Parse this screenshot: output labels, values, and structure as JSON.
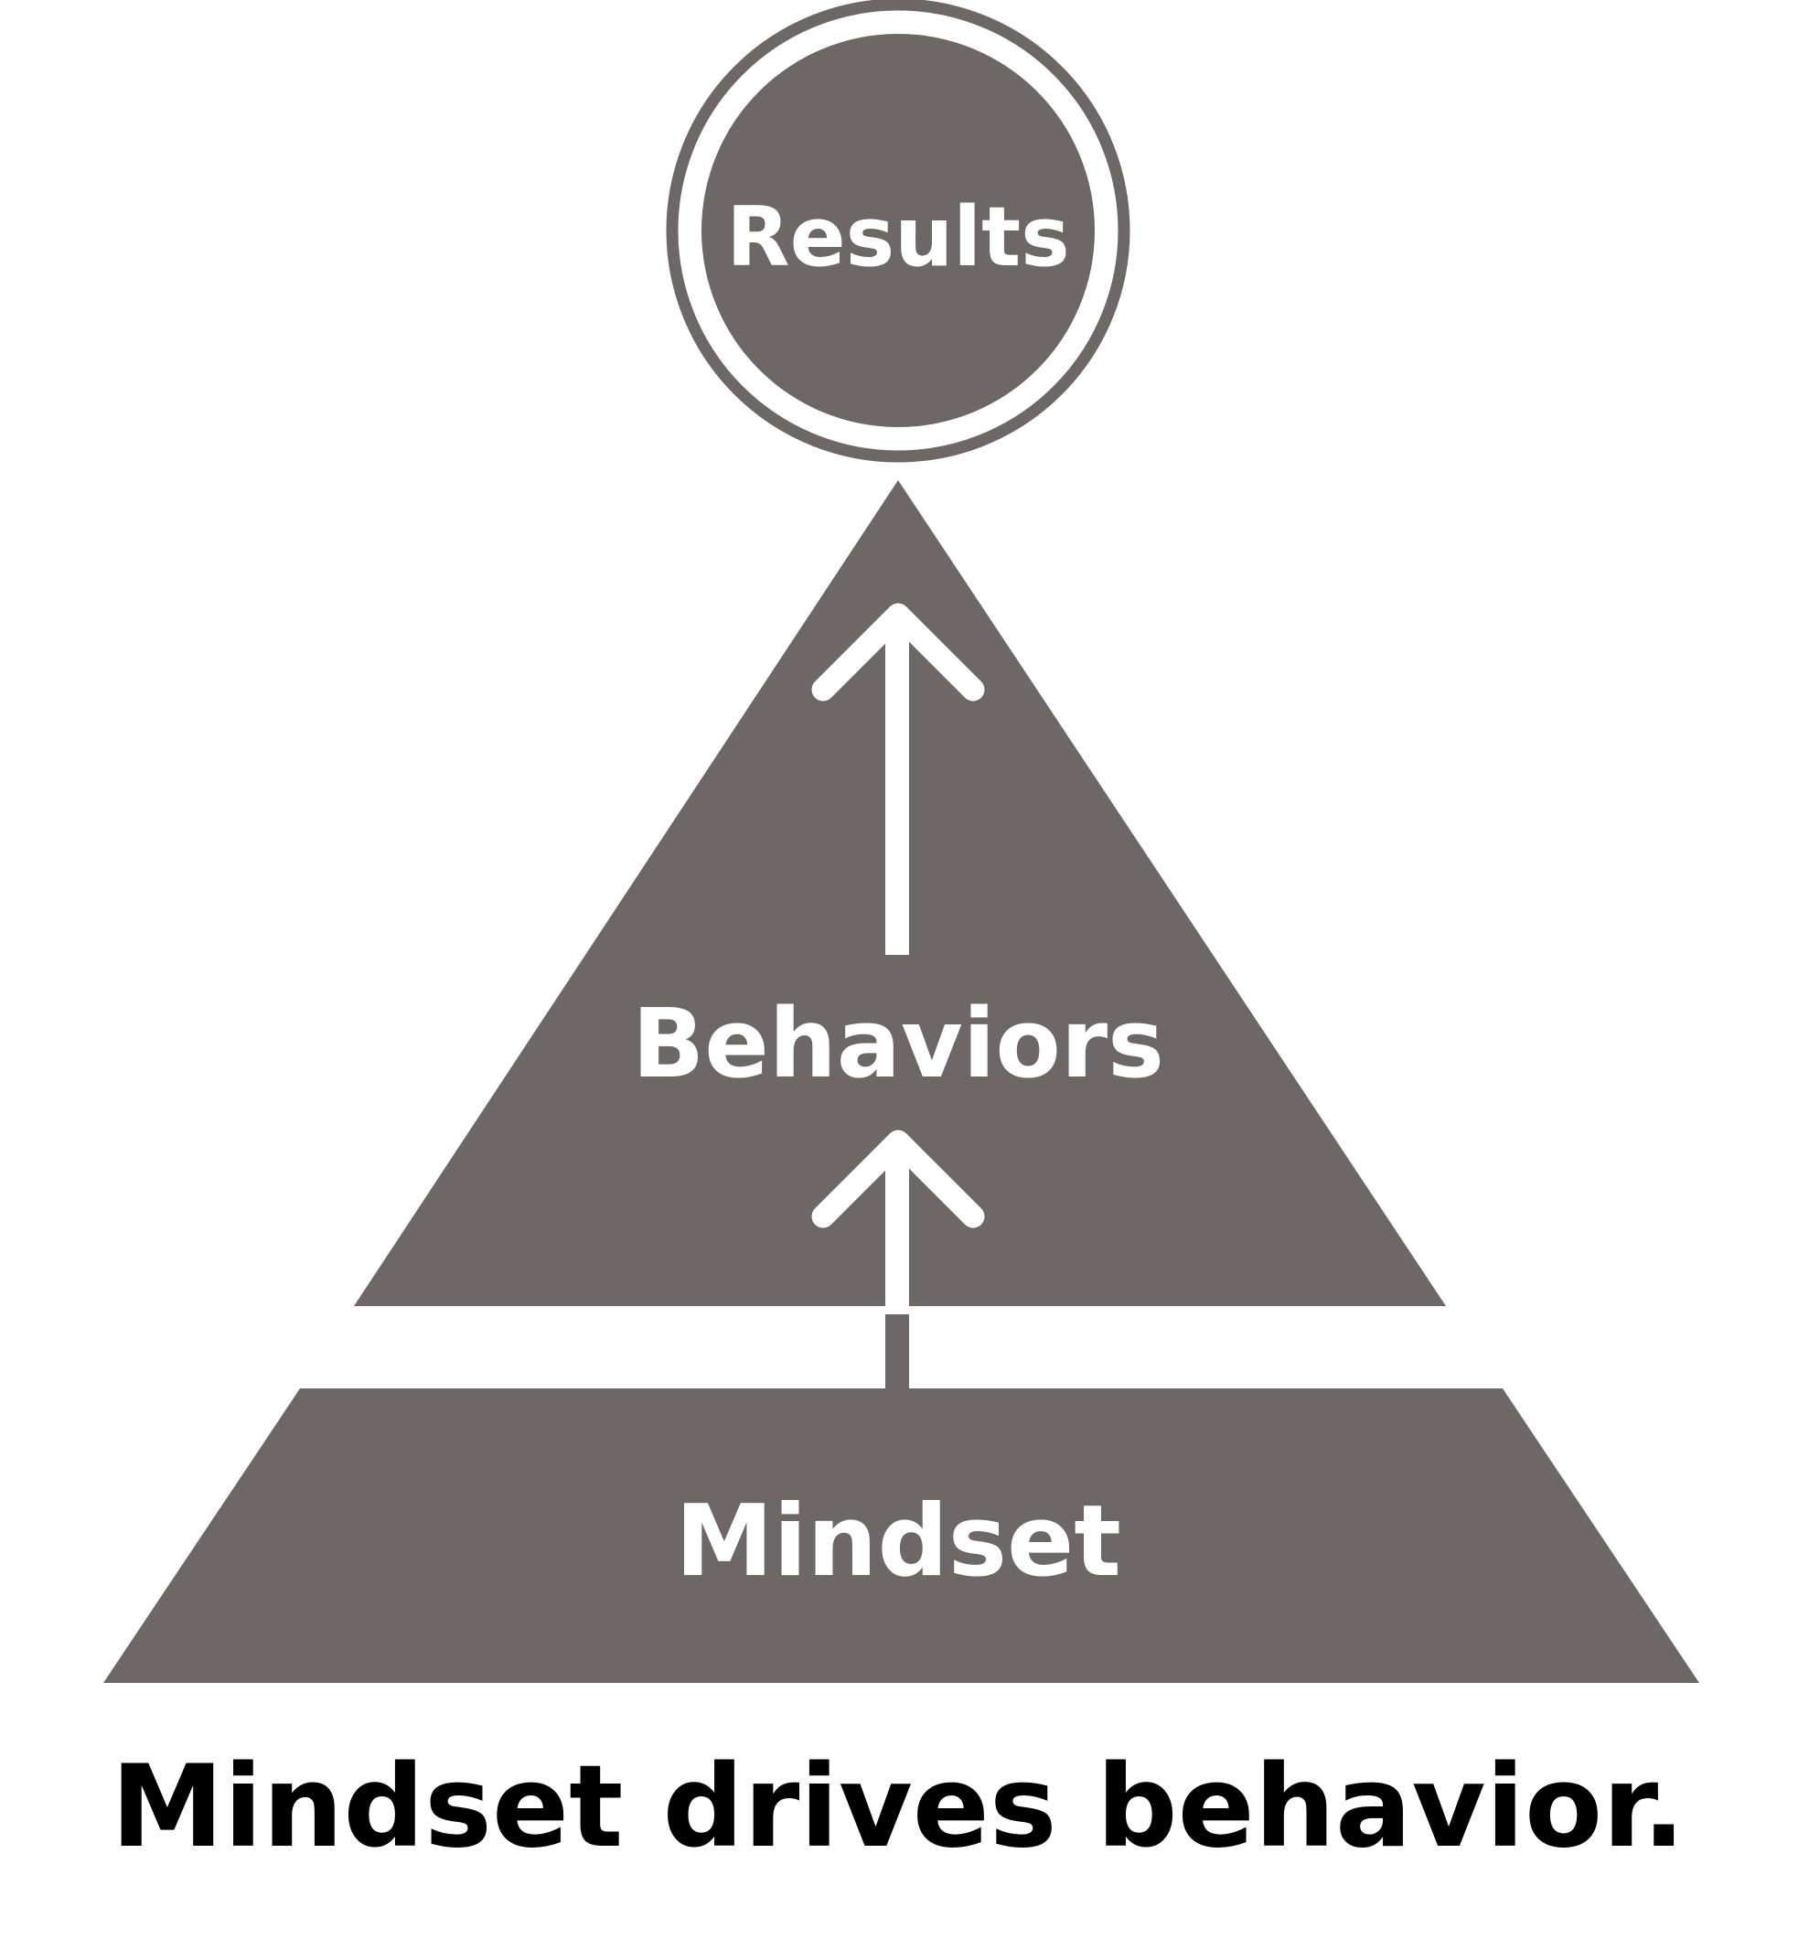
{
  "diagram": {
    "levels": {
      "top": "Results",
      "middle": "Behaviors",
      "base": "Mindset"
    },
    "caption": "Mindset drives behavior."
  },
  "colors": {
    "shape_fill": "#6d6767",
    "arrow": "#ffffff",
    "label_on_shape": "#ffffff",
    "caption": "#000000",
    "background": "#ffffff"
  }
}
